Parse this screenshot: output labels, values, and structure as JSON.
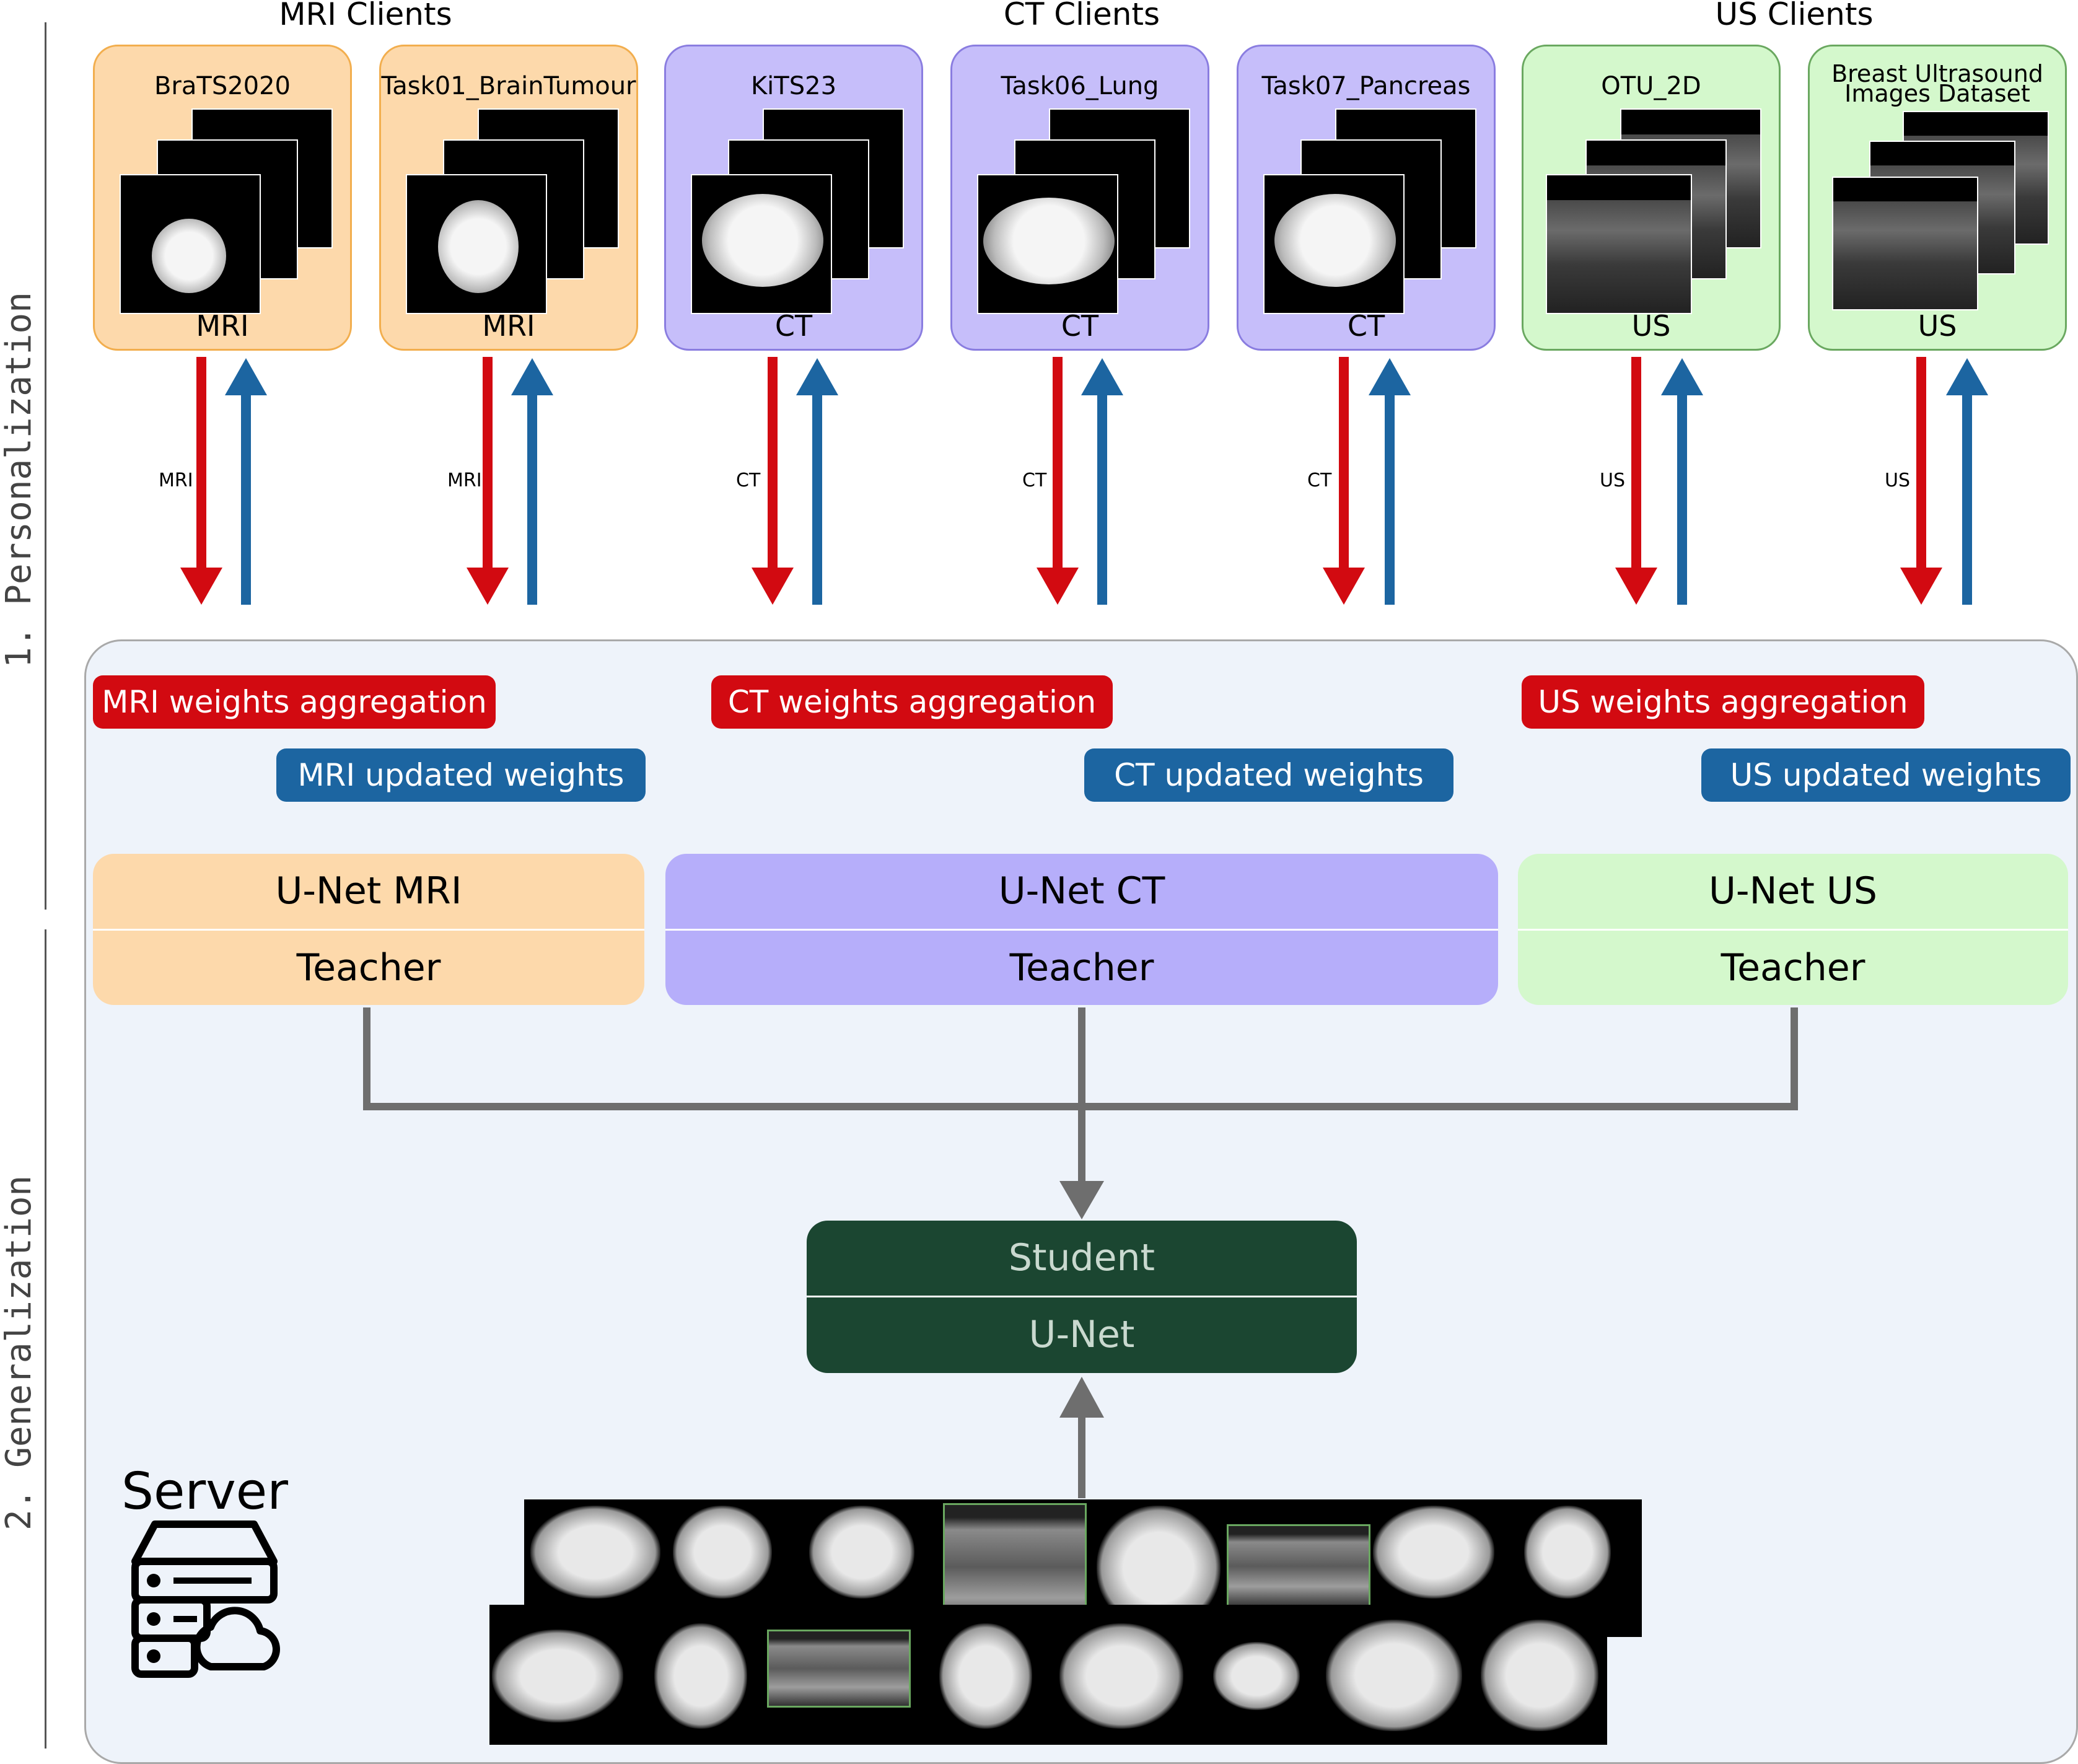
{
  "groups": {
    "mri_title": "MRI Clients",
    "ct_title": "CT Clients",
    "us_title": "US Clients"
  },
  "clients": [
    {
      "name": "BraTS2020",
      "modality": "MRI",
      "arrow_label": "MRI"
    },
    {
      "name": "Task01_BrainTumour",
      "modality": "MRI",
      "arrow_label": "MRI"
    },
    {
      "name": "KiTS23",
      "modality": "CT",
      "arrow_label": "CT"
    },
    {
      "name": "Task06_Lung",
      "modality": "CT",
      "arrow_label": "CT"
    },
    {
      "name": "Task07_Pancreas",
      "modality": "CT",
      "arrow_label": "CT"
    },
    {
      "name": "OTU_2D",
      "modality": "US",
      "arrow_label": "US"
    },
    {
      "name": "Breast Ultrasound Images Dataset",
      "modality": "US",
      "arrow_label": "US"
    }
  ],
  "phases": {
    "personalization": "1. Personalization",
    "generalization": "2. Generalization"
  },
  "aggregation": {
    "mri": "MRI weights aggregation",
    "ct": "CT weights aggregation",
    "us": "US weights aggregation"
  },
  "updated": {
    "mri": "MRI updated weights",
    "ct": "CT updated weights",
    "us": "US updated weights"
  },
  "teachers": {
    "mri": {
      "title": "U-Net MRI",
      "role": "Teacher"
    },
    "ct": {
      "title": "U-Net CT",
      "role": "Teacher"
    },
    "us": {
      "title": "U-Net US",
      "role": "Teacher"
    }
  },
  "student": {
    "title": "Student",
    "subtitle": "U-Net"
  },
  "server": {
    "label": "Server"
  },
  "colors": {
    "mri": "#fdd9ab",
    "ct": "#c6befa",
    "us": "#d4f8cc",
    "down_arrow": "#d20a11",
    "up_arrow": "#1c65a1",
    "student": "#1b4631",
    "connector": "#6e6e6e"
  }
}
